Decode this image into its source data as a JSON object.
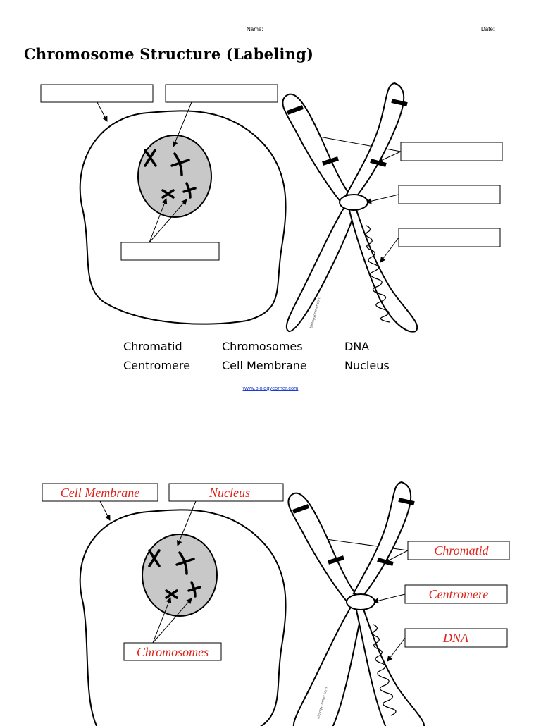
{
  "header": {
    "name_label": "Name:",
    "date_label": "Date:"
  },
  "title": "Chromosome Structure  (Labeling)",
  "word_bank": [
    "Chromatid",
    "Chromosomes",
    "DNA",
    "Centromere",
    "Cell Membrane",
    "Nucleus"
  ],
  "footer_link": "www.biologycorner.com",
  "watermark": "biologycorner.com",
  "answer_key": {
    "cell_membrane": "Cell Membrane",
    "nucleus": "Nucleus",
    "chromosomes": "Chromosomes",
    "chromatid": "Chromatid",
    "centromere": "Centromere",
    "dna": "DNA"
  },
  "colors": {
    "answer_text": "#e2231a",
    "nucleus_fill": "#c8c8c8",
    "link": "#1a3ccf"
  }
}
